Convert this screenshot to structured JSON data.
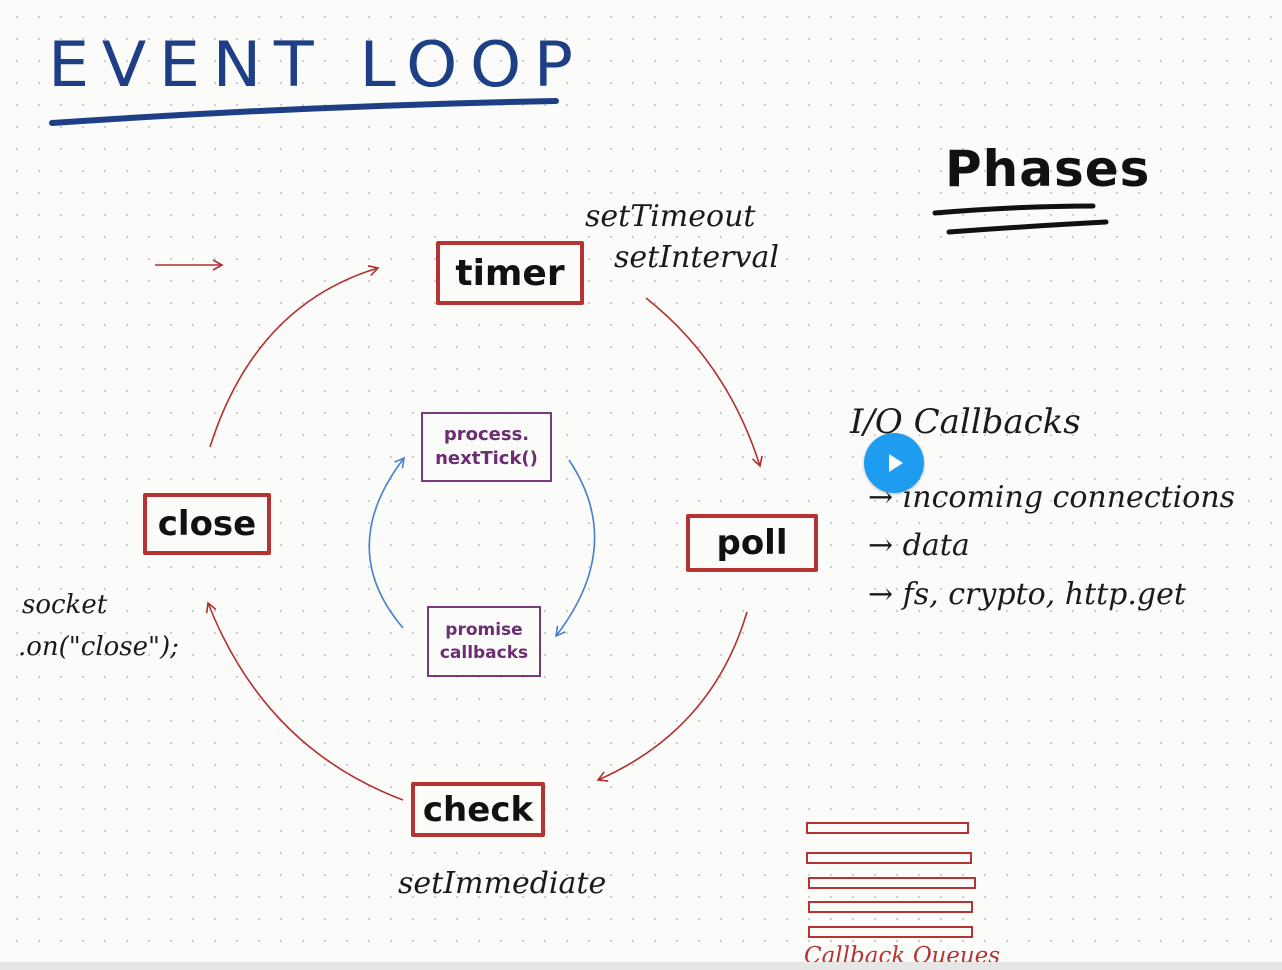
{
  "title": "EVENT LOOP",
  "phases_heading": "Phases",
  "phases": {
    "timer": "timer",
    "poll": "poll",
    "check": "check",
    "close": "close"
  },
  "microtasks": {
    "next_tick": {
      "line1": "process.",
      "line2": "nextTick()"
    },
    "promise": {
      "line1": "promise",
      "line2": "callbacks"
    }
  },
  "notes": {
    "timer_line1": "setTimeout",
    "timer_line2": "setInterval",
    "io_title": "I/O Callbacks",
    "io_items": [
      "→ incoming connections",
      "→ data",
      "→ fs, crypto, http.get"
    ],
    "check_note": "setImmediate",
    "close_line1": "socket",
    "close_line2": ".on(\"close\");"
  },
  "queue_label": "Callback Queues",
  "colors": {
    "title": "#1e3f86",
    "phase_border": "#b53333",
    "phase_arrow": "#b0302f",
    "micro_border": "#7a3a7e",
    "micro_arrow": "#4a7fd0",
    "play_button": "#1e9df0"
  },
  "icons": {
    "play": "play-icon"
  }
}
